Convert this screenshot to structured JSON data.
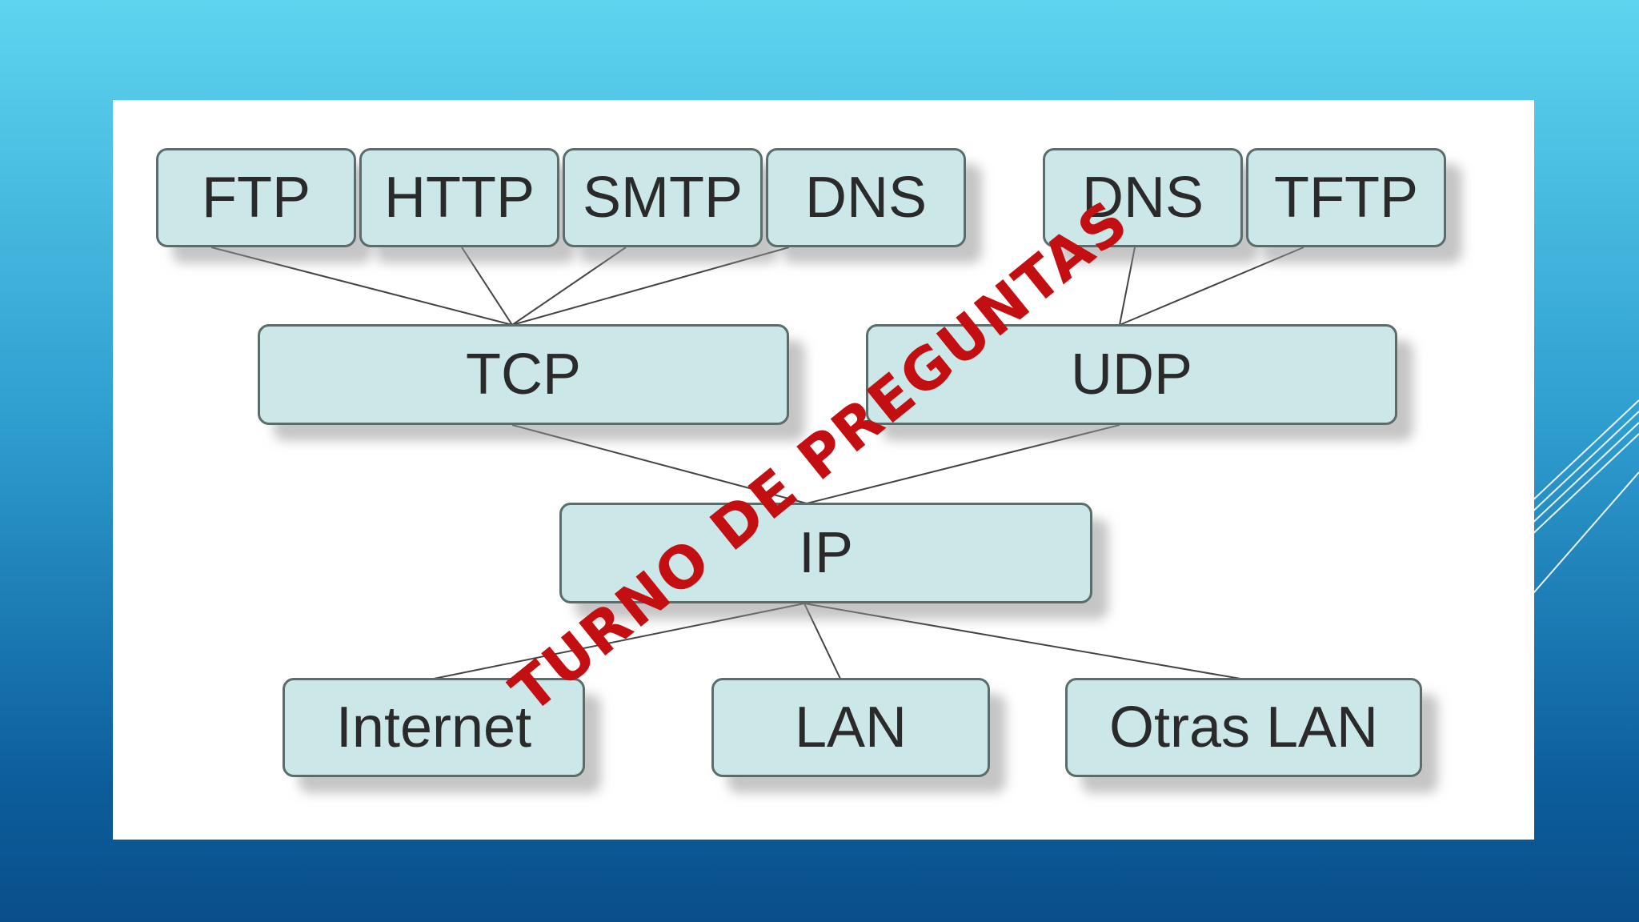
{
  "diagram": {
    "application_layer": {
      "tcp_protocols": [
        "FTP",
        "HTTP",
        "SMTP",
        "DNS"
      ],
      "udp_protocols": [
        "DNS",
        "TFTP"
      ]
    },
    "transport_layer": [
      "TCP",
      "UDP"
    ],
    "network_layer": "IP",
    "link_layer": [
      "Internet",
      "LAN",
      "Otras LAN"
    ],
    "connections": [
      {
        "from": "FTP",
        "to": "TCP"
      },
      {
        "from": "HTTP",
        "to": "TCP"
      },
      {
        "from": "SMTP",
        "to": "TCP"
      },
      {
        "from": "DNS",
        "to": "TCP"
      },
      {
        "from": "DNS",
        "to": "UDP"
      },
      {
        "from": "TFTP",
        "to": "UDP"
      },
      {
        "from": "TCP",
        "to": "IP"
      },
      {
        "from": "UDP",
        "to": "IP"
      },
      {
        "from": "IP",
        "to": "Internet"
      },
      {
        "from": "IP",
        "to": "LAN"
      },
      {
        "from": "IP",
        "to": "Otras LAN"
      }
    ]
  },
  "overlay": {
    "stamp_text": "TURNO DE PREGUNTAS",
    "stamp_color": "#c40f12"
  },
  "theme": {
    "node_fill": "#cbe7e8",
    "node_border": "#5a6c6c",
    "line_color": "#444444"
  }
}
